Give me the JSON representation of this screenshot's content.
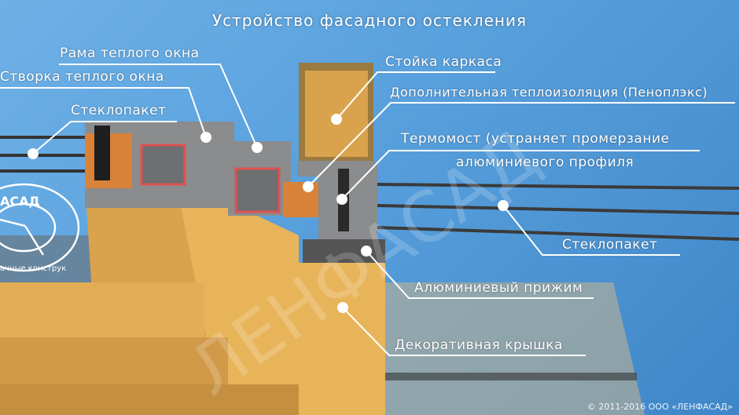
{
  "title": "Устройство фасадного остекления",
  "labels": {
    "frame": "Рама теплого окна",
    "sash": "Створка теплого окна",
    "glass_left": "Стеклопакет",
    "post": "Стойка каркаса",
    "insulation": "Дополнительная теплоизоляция (Пеноплэкс)",
    "thermal_break_1": "Термомост (устраняет промерзание",
    "thermal_break_2": "алюминиевого профиля",
    "glass_right": "Стеклопакет",
    "clamp": "Алюминиевый прижим",
    "cover": "Декоративная крышка"
  },
  "watermark": "ЛЕНФАСАД",
  "logo": {
    "text_top": "АСАД",
    "text_bottom": "ачные конструкции"
  },
  "copyright": "© 2011-2016 ООО «ЛЕНФАСАД»",
  "colors": {
    "background": "#5aa2de",
    "profile": "#e8b45a",
    "insulation": "#d9823a",
    "metal": "#8a8c8e"
  }
}
